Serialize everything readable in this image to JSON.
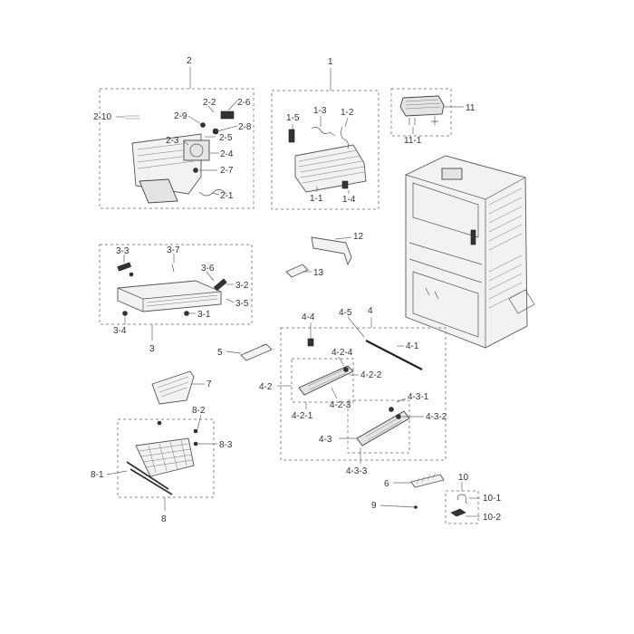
{
  "diagram": {
    "labels": {
      "g1": "1",
      "p1_1": "1-1",
      "p1_2": "1-2",
      "p1_3": "1-3",
      "p1_4": "1-4",
      "p1_5": "1-5",
      "g2": "2",
      "p2_1": "2-1",
      "p2_2": "2-2",
      "p2_3": "2-3",
      "p2_4": "2-4",
      "p2_5": "2-5",
      "p2_6": "2-6",
      "p2_7": "2-7",
      "p2_8": "2-8",
      "p2_9": "2-9",
      "p2_10": "2-10",
      "g3": "3",
      "p3_1": "3-1",
      "p3_2": "3-2",
      "p3_3": "3-3",
      "p3_4": "3-4",
      "p3_5": "3-5",
      "p3_6": "3-6",
      "p3_7": "3-7",
      "g4": "4",
      "p4_1": "4-1",
      "p4_2": "4-2",
      "p4_2_1": "4-2-1",
      "p4_2_2": "4-2-2",
      "p4_2_3": "4-2-3",
      "p4_2_4": "4-2-4",
      "p4_3": "4-3",
      "p4_3_1": "4-3-1",
      "p4_3_2": "4-3-2",
      "p4_3_3": "4-3-3",
      "p4_4": "4-4",
      "p4_5": "4-5",
      "g5": "5",
      "g6": "6",
      "g7": "7",
      "g8": "8",
      "p8_1": "8-1",
      "p8_2": "8-2",
      "p8_3": "8-3",
      "g9": "9",
      "g10": "10",
      "p10_1": "10-1",
      "p10_2": "10-2",
      "g11": "11",
      "p11_1": "11-1",
      "g12": "12",
      "g13": "13"
    }
  }
}
